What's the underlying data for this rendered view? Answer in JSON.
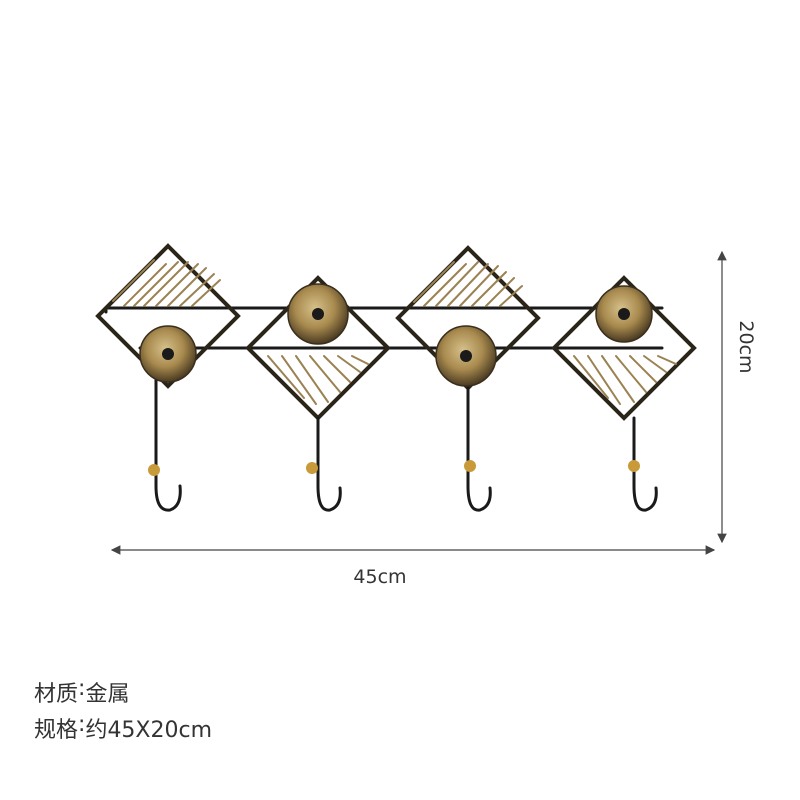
{
  "dimensions": {
    "width_label": "45cm",
    "height_label": "20cm"
  },
  "specs": {
    "material": {
      "label": "材质",
      "sep": ":",
      "value": "金属"
    },
    "size": {
      "label": "规格",
      "sep": ":",
      "value": "约45X20cm"
    }
  },
  "colors": {
    "frame": "#1a1a1a",
    "brass": "#b89a5a",
    "dim_line": "#444444",
    "text": "#333333"
  }
}
